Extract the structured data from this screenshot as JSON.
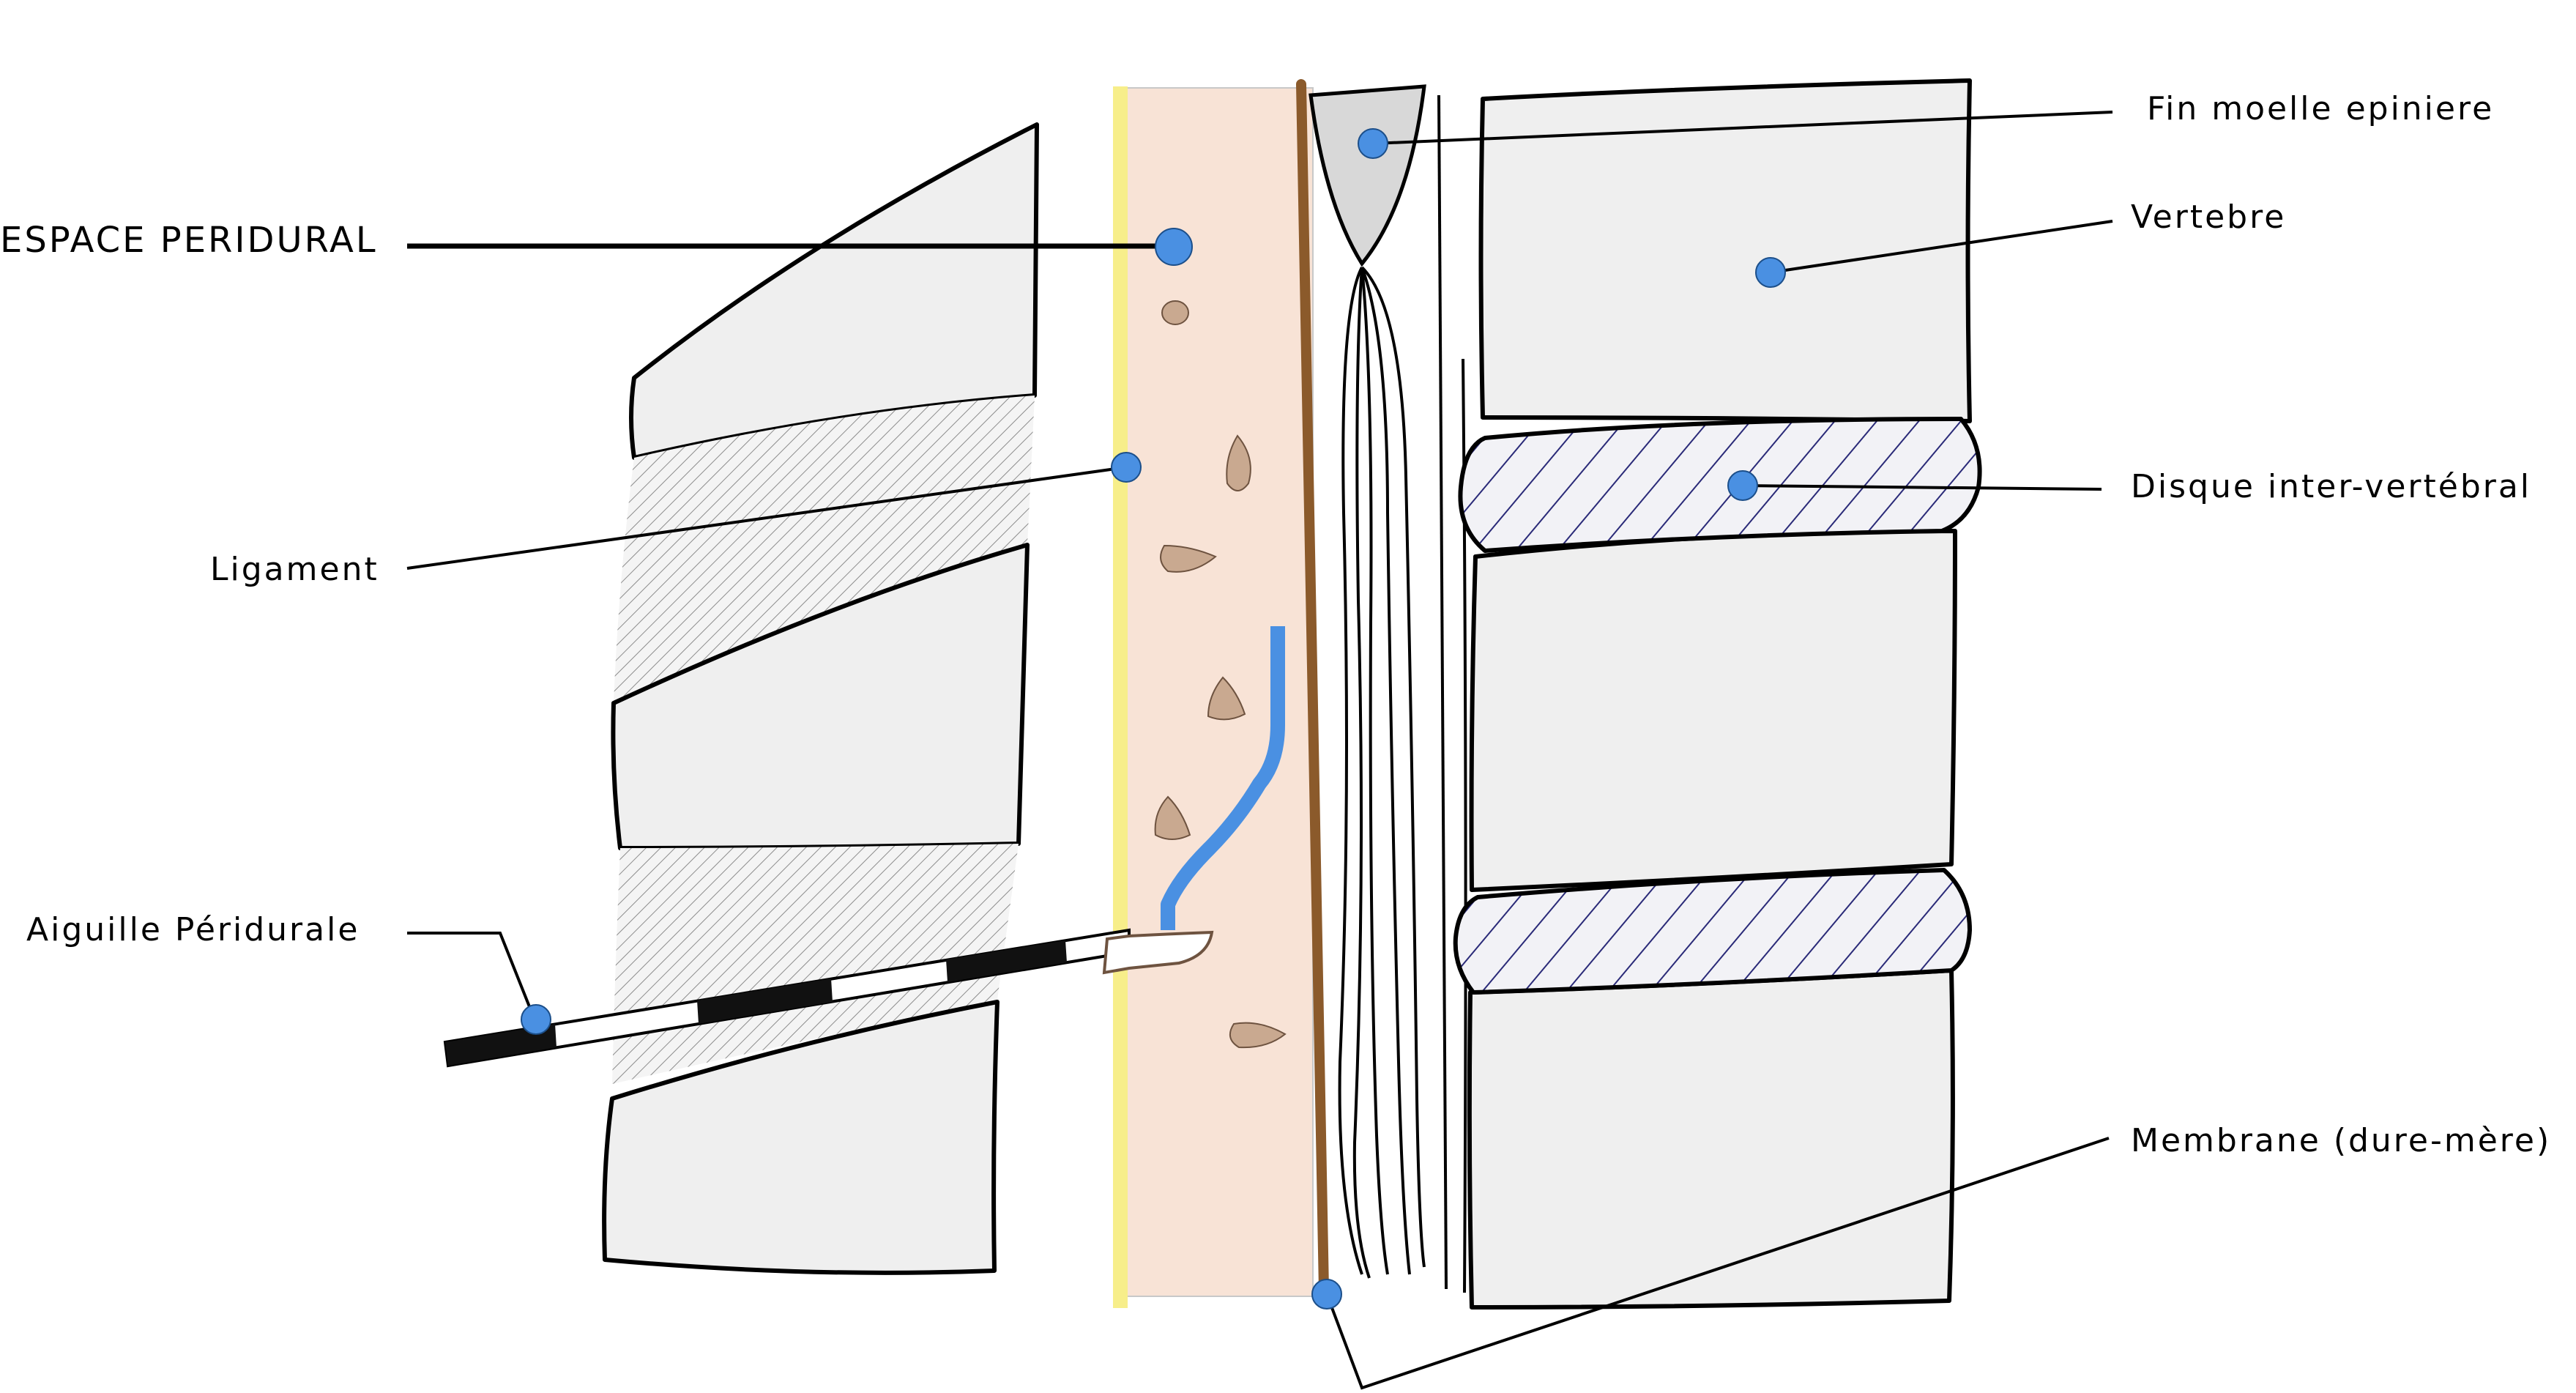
{
  "labels": {
    "espace": "ESPACE PERIDURAL",
    "ligament": "Ligament",
    "aiguille": "Aiguille Péridurale",
    "fin_moelle": "Fin moelle epiniere",
    "vertebre": "Vertebre",
    "disque": "Disque inter-vertébral",
    "membrane": "Membrane (dure-mère)"
  },
  "colors": {
    "epidural_space": "#f8e3d6",
    "ligament": "#f7ee8a",
    "dura_mater": "#8b5a2b",
    "catheter": "#4a90e2",
    "bone": "#efefef",
    "disc_hatch": "#2a2a78",
    "fat_globule": "#c9a990",
    "marker_dot": "#4a90e2"
  },
  "icons": {
    "needle": "epidural-needle-icon",
    "catheter": "catheter-icon",
    "marker": "marker-dot-icon"
  }
}
